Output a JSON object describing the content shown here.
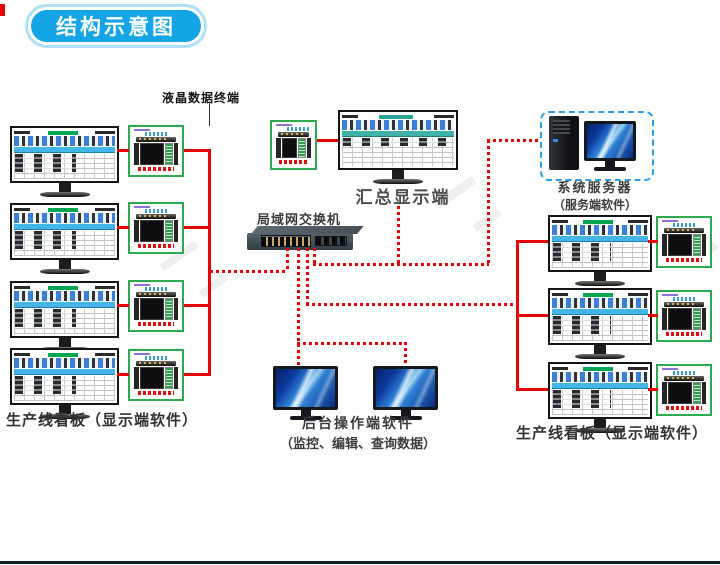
{
  "badge": {
    "title": "结构示意图"
  },
  "annotations": {
    "lcd_terminal_label": "液晶数据终端",
    "summary_display_label": "汇总显示端",
    "lan_switch_label": "局域网交换机",
    "server": {
      "title": "系统服务器",
      "subtitle": "（服务端软件）"
    },
    "backend": {
      "title": "后台操作端软件",
      "subtitle": "（监控、编辑、查询数据）"
    },
    "kanban_left_label": "生产线看板（显示端软件）",
    "kanban_right_label": "生产线看板（显示端软件）"
  },
  "diagram": {
    "left_station_count": 4,
    "right_station_count": 3,
    "operator_monitor_count": 2
  },
  "colors": {
    "badge_blue": "#14a5e6",
    "line_red": "#e60606",
    "terminal_border_green": "#2daa4f",
    "server_dashed_blue": "#2e9fe6",
    "kanban_header_cyan": "#43b5e8",
    "kanban_title_green": "#00a650",
    "label_gray": "#3c3c3c"
  }
}
